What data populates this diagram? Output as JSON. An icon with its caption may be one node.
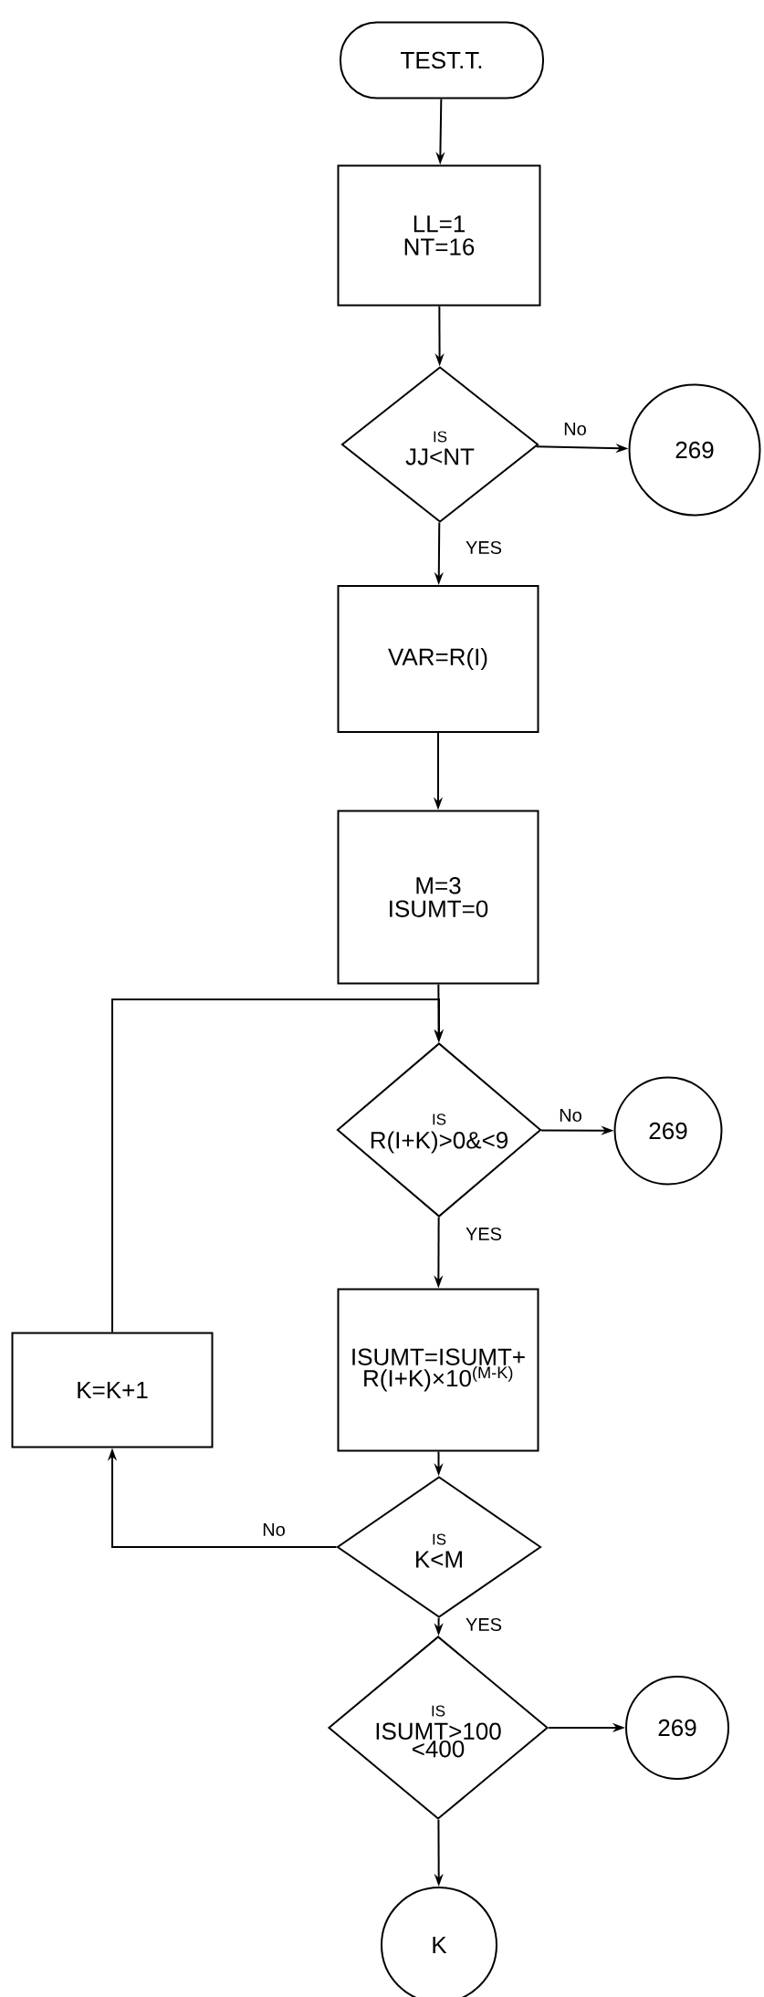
{
  "diagram": {
    "nodes": [
      {
        "text": [
          "TEST.T."
        ]
      },
      {
        "text": [
          "LL=1",
          "NT=16"
        ]
      },
      {
        "text": [
          "IS",
          "JJ<NT"
        ]
      },
      {
        "text": [
          "269"
        ]
      },
      {
        "text": [
          "VAR=R(I)"
        ]
      },
      {
        "text": [
          "M=3",
          "ISUMT=0"
        ]
      },
      {
        "text": [
          "IS",
          "R(I+K)>0&<9"
        ]
      },
      {
        "text": [
          "269"
        ]
      },
      {
        "text": [
          "ISUMT=ISUMT+ R(I+K)×10$^{(M-K)}$"
        ]
      },
      {
        "text": [
          "K=K+1"
        ]
      },
      {
        "text": [
          "IS",
          "K<M"
        ]
      },
      {
        "text": [
          "IS",
          "ISUMT>100 <400"
        ]
      },
      {
        "text": [
          "269"
        ]
      },
      {
        "text": [
          "K"
        ]
      }
    ],
    "edges": [
      {
        "from": 0,
        "to": 1,
        "arrow": "to"
      },
      {
        "from": 1,
        "to": 2,
        "arrow": "to"
      },
      {
        "from": 2,
        "to": 3,
        "arrow": "to",
        "label": "No"
      },
      {
        "from": 2,
        "to": 4,
        "arrow": "to",
        "label": "YES"
      },
      {
        "from": 4,
        "to": 5,
        "arrow": "to"
      },
      {
        "from": 5,
        "to": 6,
        "arrow": "to"
      },
      {
        "from": 6,
        "to": 7,
        "arrow": "to",
        "label": "No"
      },
      {
        "from": 6,
        "to": 8,
        "arrow": "to",
        "label": "YES"
      },
      {
        "from": 8,
        "to": 10,
        "arrow": "to"
      },
      {
        "from": 10,
        "to": 9,
        "arrow": "to",
        "label": "No"
      },
      {
        "from": 9,
        "to": 6,
        "arrow": "to"
      },
      {
        "from": 10,
        "to": 11,
        "arrow": "to",
        "label": "YES"
      },
      {
        "from": 11,
        "to": 12,
        "arrow": "to"
      },
      {
        "from": 11,
        "to": 13,
        "arrow": "to"
      }
    ]
  }
}
